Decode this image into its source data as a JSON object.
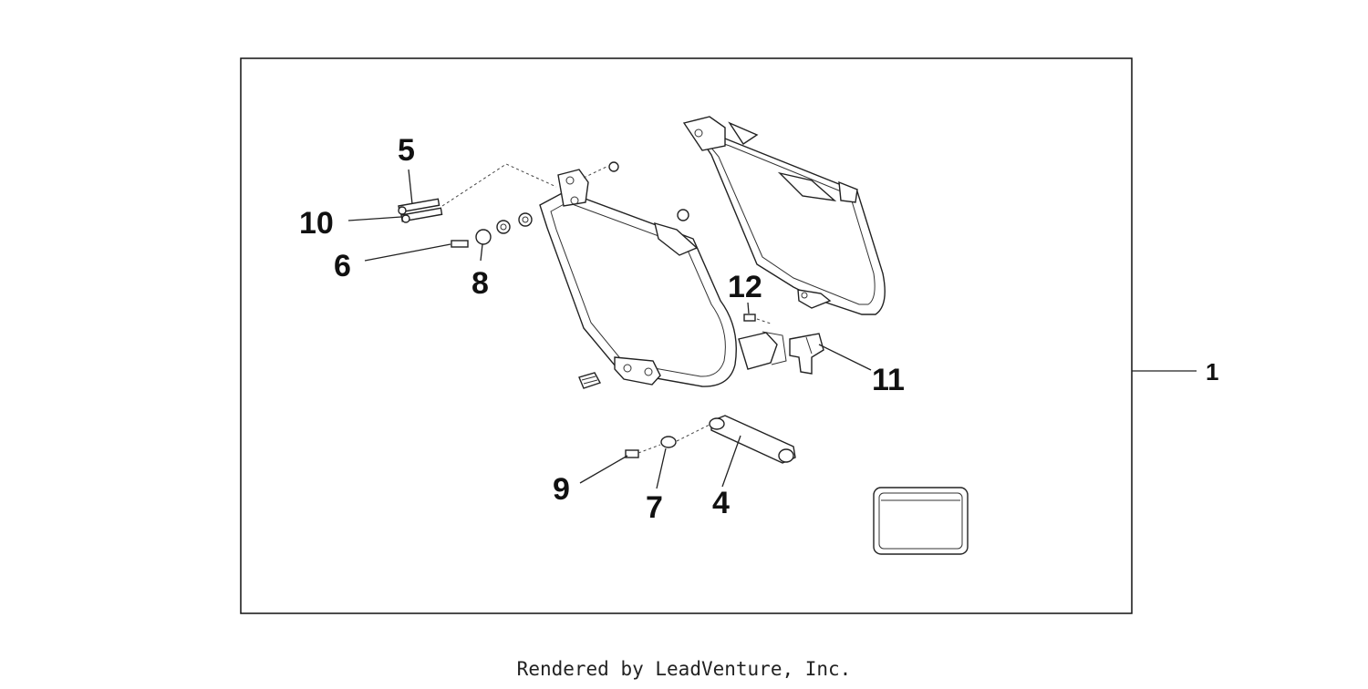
{
  "callouts": {
    "c1": "1",
    "c4": "4",
    "c5": "5",
    "c6": "6",
    "c7": "7",
    "c8": "8",
    "c9": "9",
    "c10": "10",
    "c11": "11",
    "c12": "12"
  },
  "footer": "Rendered by LeadVenture, Inc."
}
